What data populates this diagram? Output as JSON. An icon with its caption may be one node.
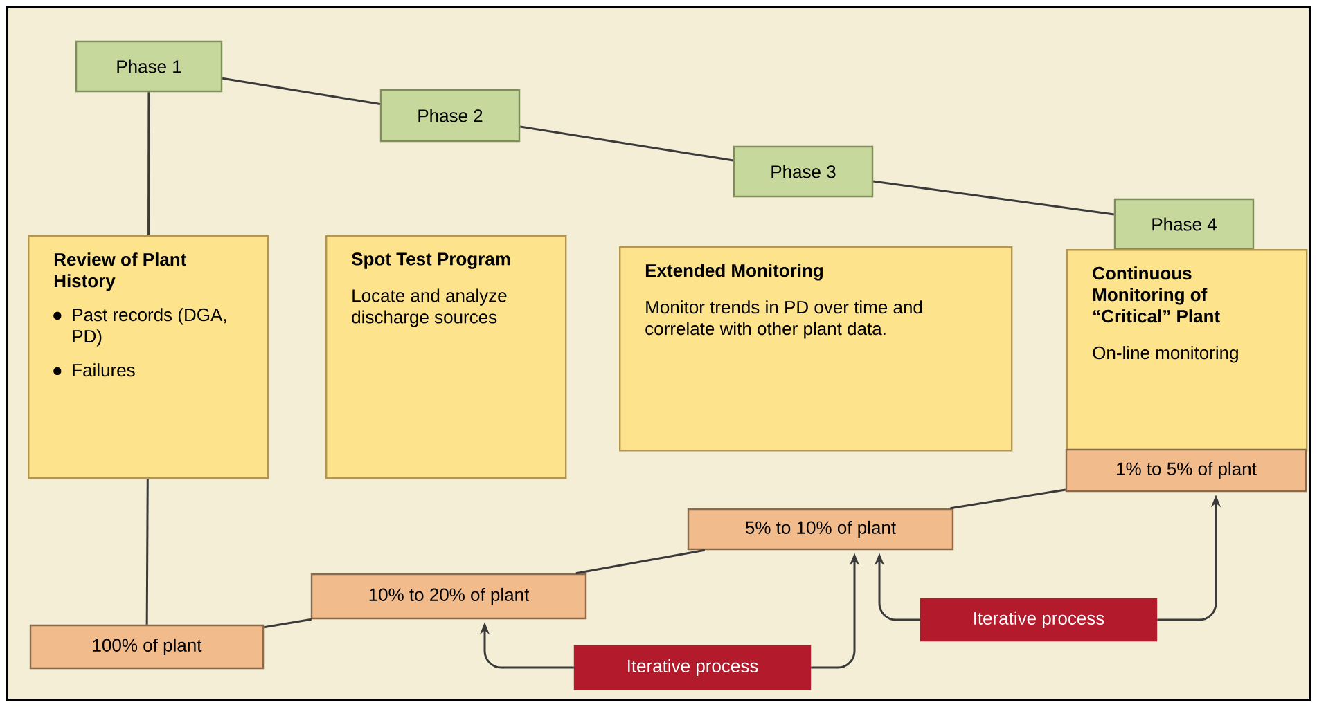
{
  "diagram": {
    "nodes": [
      {
        "text": [
          "Phase 1"
        ]
      },
      {
        "text": [
          "Phase 2"
        ]
      },
      {
        "text": [
          "Phase 3"
        ]
      },
      {
        "text": [
          "Phase 4"
        ]
      },
      {
        "text": [
          "Review of Plant History",
          "Past records (DGA, PD)",
          "Failures"
        ]
      },
      {
        "text": [
          "Spot Test Program",
          "Locate and analyze discharge sources"
        ]
      },
      {
        "text": [
          "Extended Monitoring",
          "Monitor trends in PD over time and correlate with other plant data."
        ]
      },
      {
        "text": [
          "Continuous Monitoring of “Critical” Plant",
          "On-line monitoring"
        ]
      },
      {
        "text": [
          "1% to 5% of plant"
        ]
      },
      {
        "text": [
          "5% to 10% of plant"
        ]
      },
      {
        "text": [
          "10% to 20% of plant"
        ]
      },
      {
        "text": [
          "100% of plant"
        ]
      },
      {
        "text": [
          "Iterative process"
        ]
      },
      {
        "text": [
          "Iterative process"
        ]
      }
    ],
    "edges": [
      {
        "from": 0,
        "to": 1,
        "arrow": "none"
      },
      {
        "from": 1,
        "to": 2,
        "arrow": "none"
      },
      {
        "from": 2,
        "to": 3,
        "arrow": "none"
      },
      {
        "from": 0,
        "to": 4,
        "arrow": "none"
      },
      {
        "from": 4,
        "to": 11,
        "arrow": "none"
      },
      {
        "from": 11,
        "to": 10,
        "arrow": "none"
      },
      {
        "from": 10,
        "to": 9,
        "arrow": "none"
      },
      {
        "from": 9,
        "to": 8,
        "arrow": "none"
      },
      {
        "from": 12,
        "to": 10,
        "arrow": "to"
      },
      {
        "from": 12,
        "to": 9,
        "arrow": "to"
      },
      {
        "from": 13,
        "to": 9,
        "arrow": "to"
      },
      {
        "from": 13,
        "to": 8,
        "arrow": "to"
      }
    ]
  }
}
